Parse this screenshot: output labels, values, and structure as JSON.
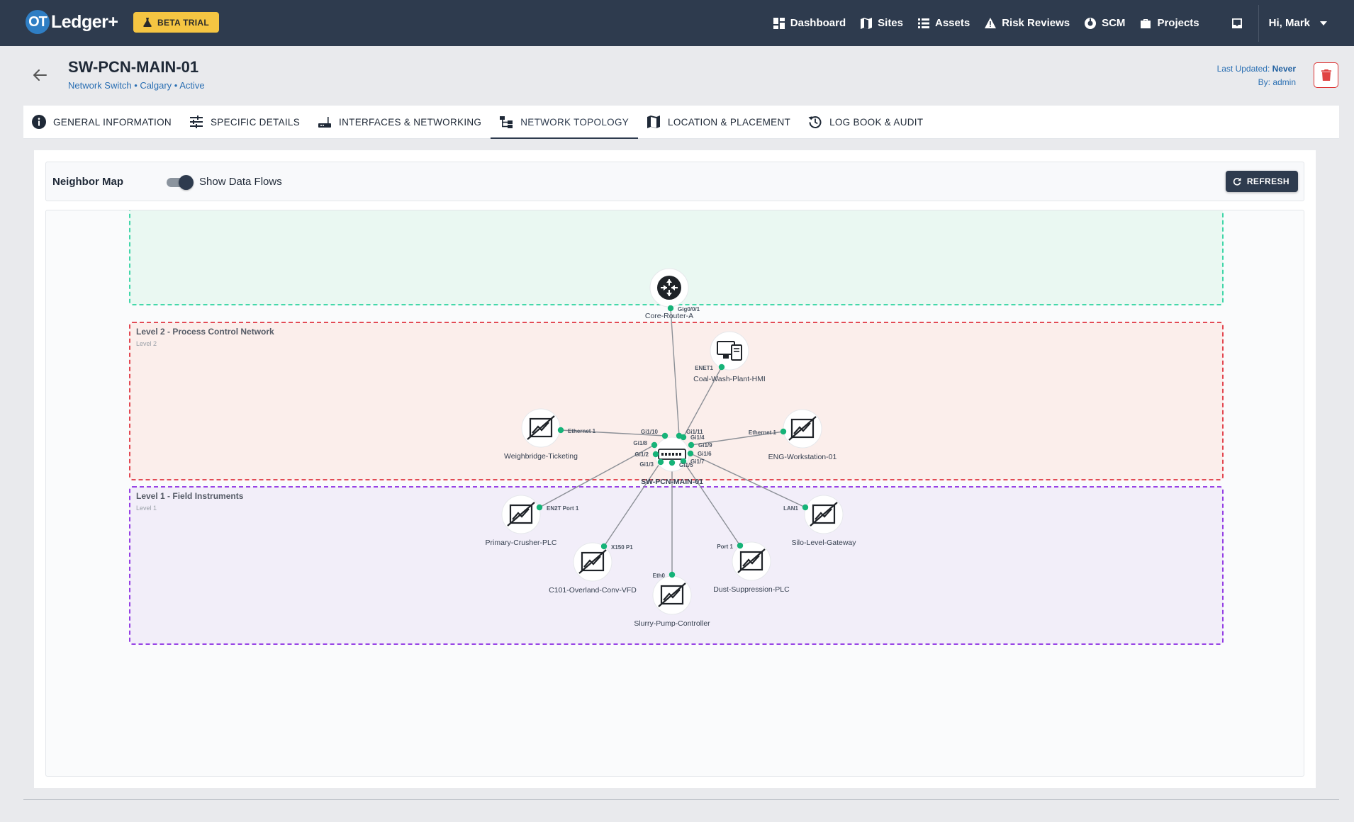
{
  "brand": {
    "prefix": "OT",
    "rest": "Ledger+",
    "beta_label": "BETA TRIAL"
  },
  "nav": {
    "items": [
      {
        "label": "Dashboard",
        "icon": "dashboard-icon"
      },
      {
        "label": "Sites",
        "icon": "map-icon"
      },
      {
        "label": "Assets",
        "icon": "list-icon"
      },
      {
        "label": "Risk Reviews",
        "icon": "warning-icon"
      },
      {
        "label": "SCM",
        "icon": "scm-icon"
      },
      {
        "label": "Projects",
        "icon": "briefcase-icon"
      }
    ],
    "user_label": "Hi, Mark"
  },
  "asset": {
    "title": "SW-PCN-MAIN-01",
    "subtitle": "Network Switch • Calgary • Active",
    "last_updated_label": "Last Updated:",
    "last_updated_value": "Never",
    "by_label": "By: admin"
  },
  "tabs": [
    {
      "label": "GENERAL INFORMATION",
      "icon": "info-icon",
      "active": false
    },
    {
      "label": "SPECIFIC DETAILS",
      "icon": "sliders-icon",
      "active": false
    },
    {
      "label": "INTERFACES & NETWORKING",
      "icon": "router-icon",
      "active": false
    },
    {
      "label": "NETWORK TOPOLOGY",
      "icon": "topology-icon",
      "active": true
    },
    {
      "label": "LOCATION & PLACEMENT",
      "icon": "map-icon",
      "active": false
    },
    {
      "label": "LOG BOOK & AUDIT",
      "icon": "history-icon",
      "active": false
    }
  ],
  "toolbar": {
    "title": "Neighbor Map",
    "toggle_label": "Show Data Flows",
    "toggle_on": true,
    "refresh_label": "REFRESH"
  },
  "topology": {
    "zones": [
      {
        "id": "top",
        "title": "",
        "subtitle": "",
        "stroke": "#2ed3a0",
        "fill": "#eaf8f2"
      },
      {
        "id": "level2",
        "title": "Level 2 - Process Control Network",
        "subtitle": "Level 2",
        "stroke": "#e0343f",
        "fill": "#fbeeeb"
      },
      {
        "id": "level1",
        "title": "Level 1 - Field Instruments",
        "subtitle": "Level 1",
        "stroke": "#8a2be2",
        "fill": "#f2eef9"
      }
    ],
    "center": {
      "name": "SW-PCN-MAIN-01",
      "icon": "switch-icon"
    },
    "center_ports": [
      "Gi1/10",
      "Gi1/8",
      "Gi1/2",
      "Gi1/3",
      "Gi1/11",
      "Gi1/4",
      "Gi1/9",
      "Gi1/6",
      "Gi1/7",
      "Gi1/5"
    ],
    "neighbors": [
      {
        "name": "Core-Router-A",
        "icon": "router-icon",
        "port": "Gig0/0/1"
      },
      {
        "name": "Coal-Wash-Plant-HMI",
        "icon": "workstation-icon",
        "port": "ENET1"
      },
      {
        "name": "Weighbridge-Ticketing",
        "icon": "device-icon",
        "port": "Ethernet 1"
      },
      {
        "name": "ENG-Workstation-01",
        "icon": "device-icon",
        "port": "Ethernet 1"
      },
      {
        "name": "Primary-Crusher-PLC",
        "icon": "device-icon",
        "port": "EN2T Port 1"
      },
      {
        "name": "Silo-Level-Gateway",
        "icon": "device-icon",
        "port": "LAN1"
      },
      {
        "name": "C101-Overland-Conv-VFD",
        "icon": "device-icon",
        "port": "X150 P1"
      },
      {
        "name": "Dust-Suppression-PLC",
        "icon": "device-icon",
        "port": "Port 1"
      },
      {
        "name": "Slurry-Pump-Controller",
        "icon": "device-icon",
        "port": "Eth0"
      }
    ],
    "colors": {
      "port_dot": "#16b378",
      "link": "#8c9097",
      "label": "#374151"
    }
  }
}
